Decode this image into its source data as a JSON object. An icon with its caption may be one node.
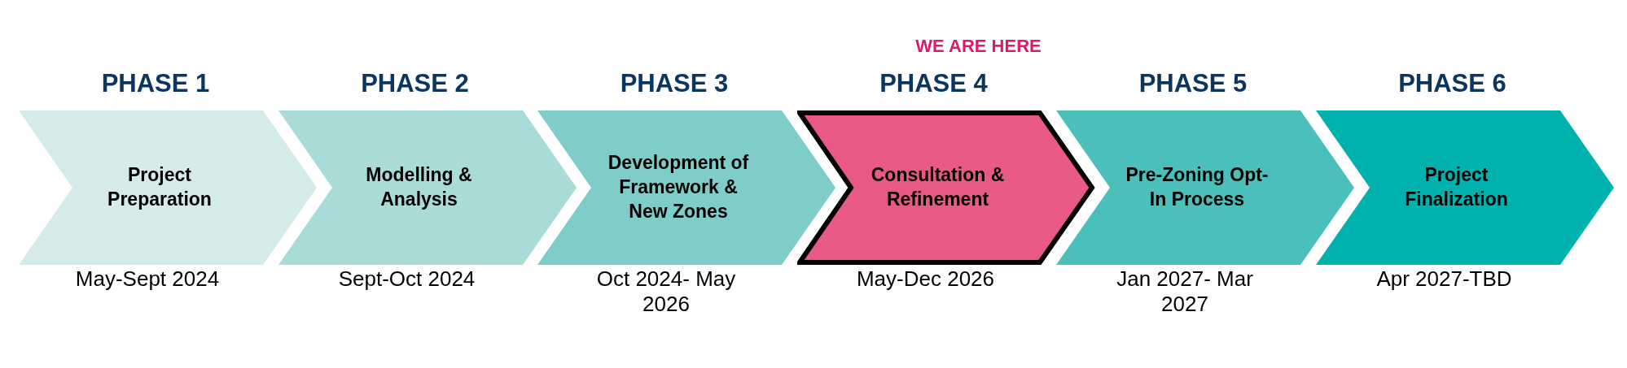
{
  "diagram": {
    "nodes": [
      {
        "text": [
          "PHASE 1",
          "Project Preparation"
        ],
        "beside": [
          "May-Sept 2024"
        ]
      },
      {
        "text": [
          "PHASE 2",
          "Modelling & Analysis"
        ],
        "beside": [
          "Sept-Oct 2024"
        ]
      },
      {
        "text": [
          "PHASE 3",
          "Development of Framework & New Zones"
        ],
        "beside": [
          "Oct 2024- May 2026"
        ]
      },
      {
        "text": [
          "PHASE 4",
          "Consultation & Refinement"
        ],
        "beside": [
          "May-Dec 2026"
        ]
      },
      {
        "text": [
          "PHASE 5",
          "Pre-Zoning Opt-In Process"
        ],
        "beside": [
          "Jan 2027- Mar 2027"
        ]
      },
      {
        "text": [
          "PHASE 6",
          "Project Finalization"
        ],
        "beside": [
          "Apr 2027-TBD"
        ]
      }
    ],
    "labels": [
      "WE ARE HERE"
    ]
  }
}
